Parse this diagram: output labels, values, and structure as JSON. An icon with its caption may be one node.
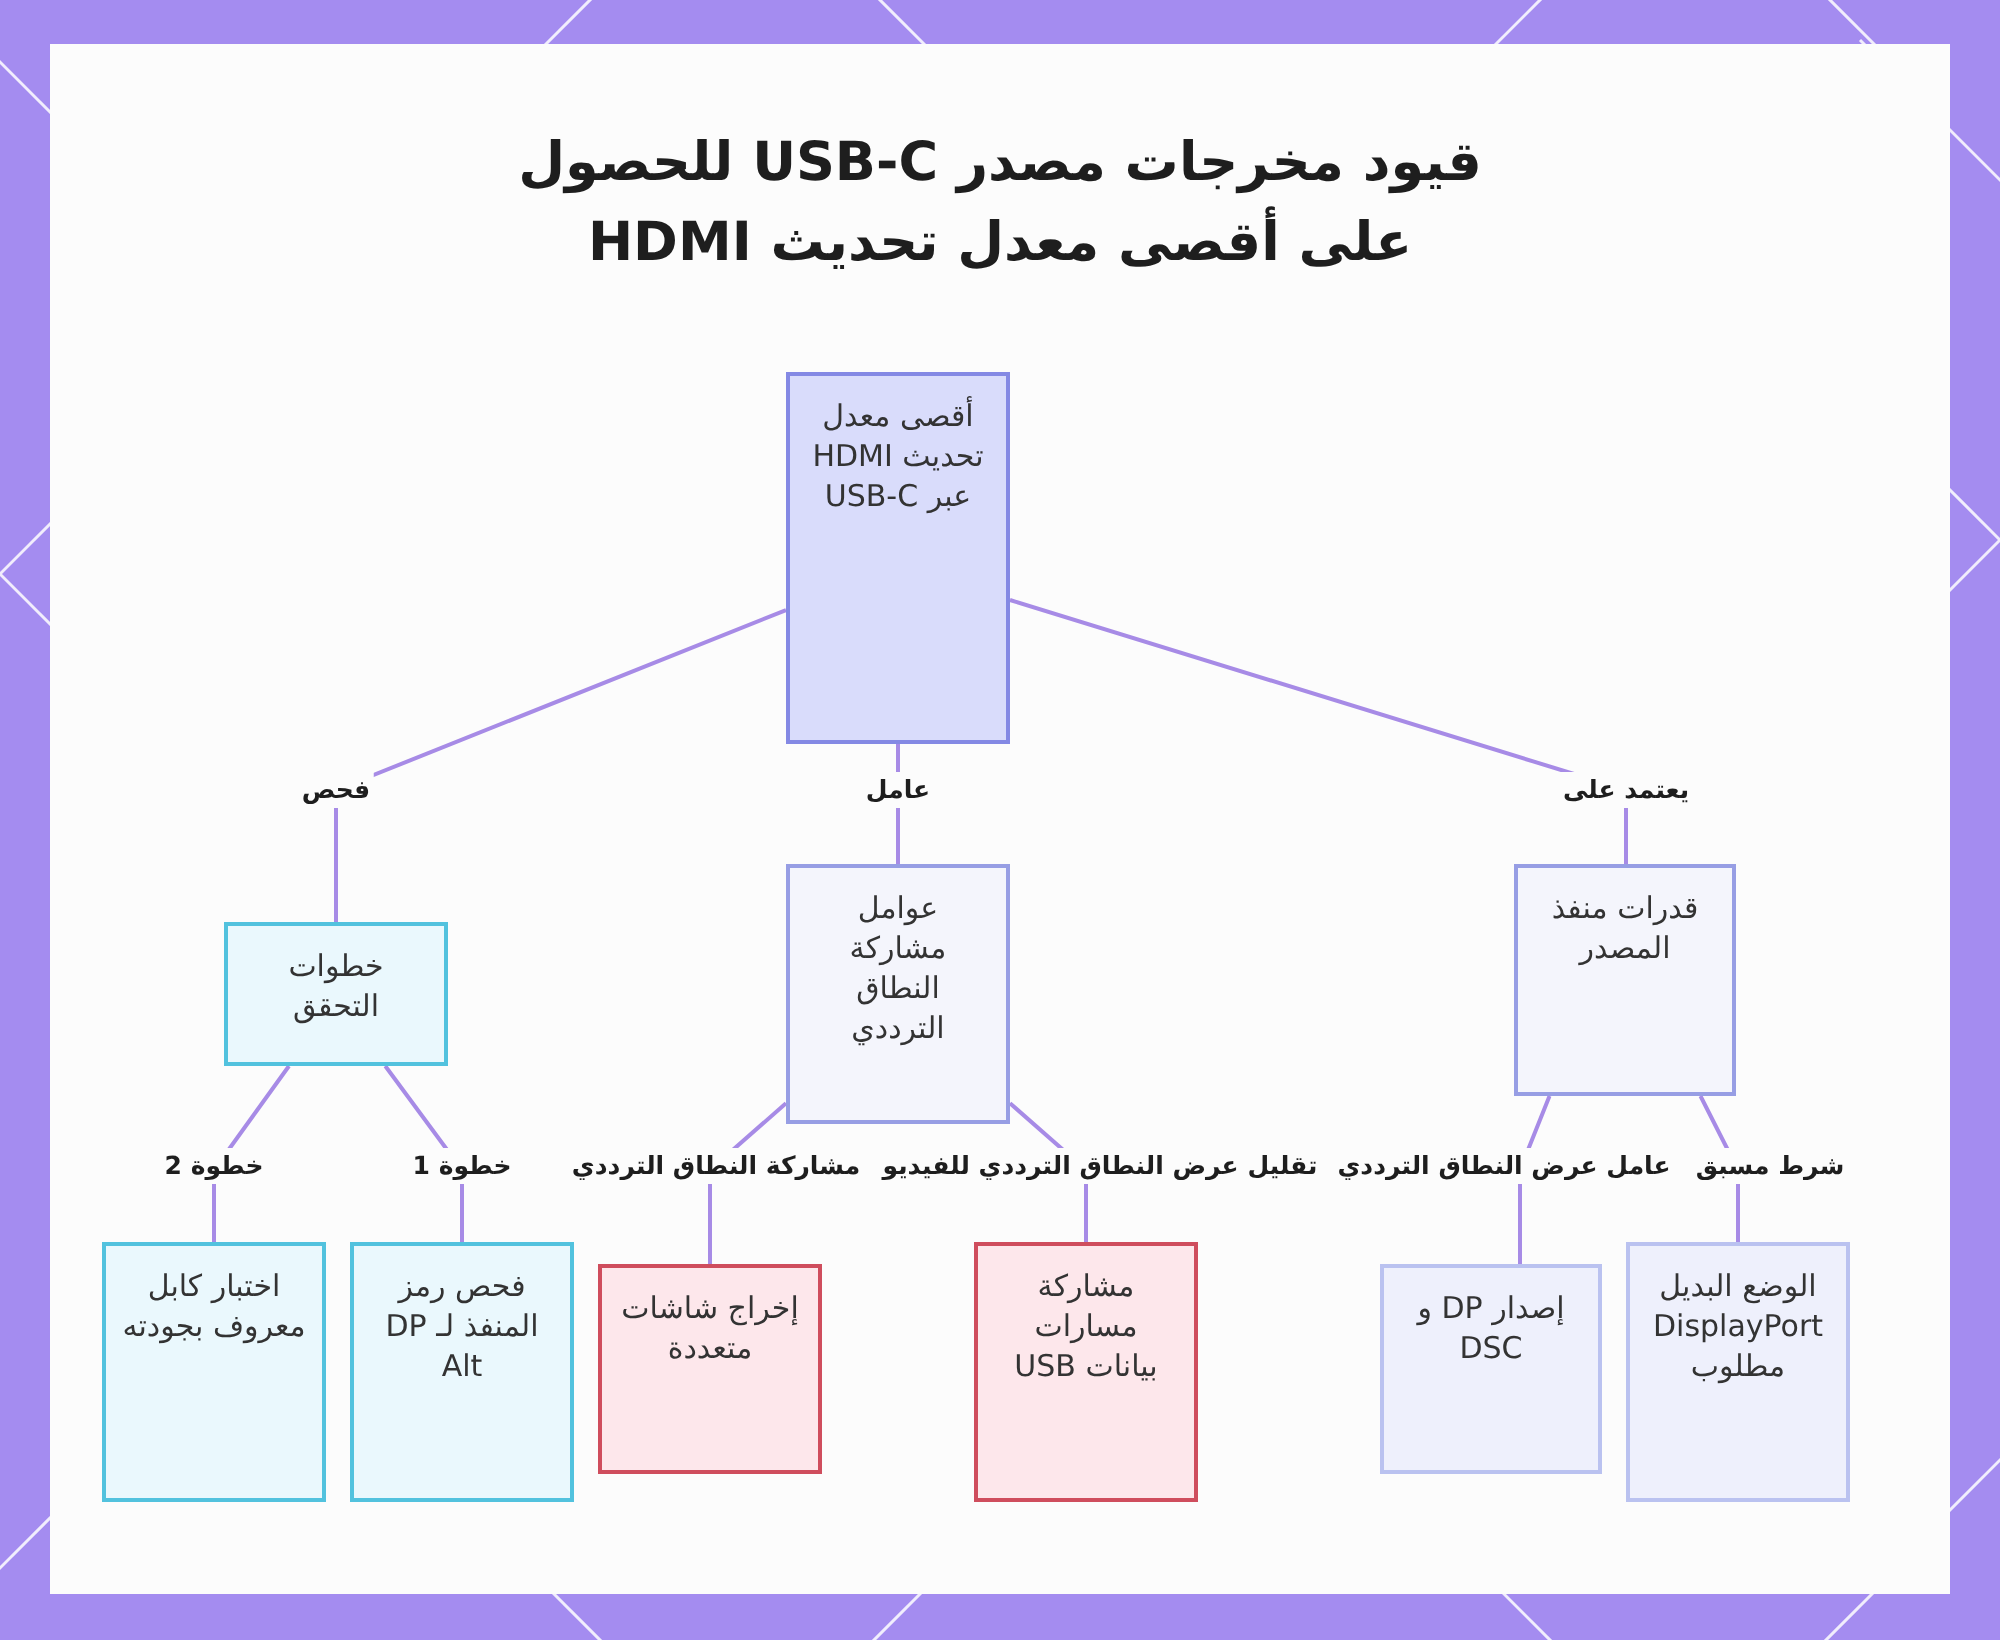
{
  "diagram": {
    "title": "قيود مخرجات مصدر USB-C للحصول على أقصى معدل تحديث HDMI",
    "nodes": [
      {
        "text": [
          "أقصى معدل تحديث HDMI عبر USB-C"
        ]
      },
      {
        "text": [
          "خطوات التحقق"
        ]
      },
      {
        "text": [
          "عوامل مشاركة النطاق الترددي"
        ]
      },
      {
        "text": [
          "قدرات منفذ المصدر"
        ]
      },
      {
        "text": [
          "اختبار كابل معروف بجودته"
        ]
      },
      {
        "text": [
          "فحص رمز المنفذ لـ DP Alt"
        ]
      },
      {
        "text": [
          "إخراج شاشات متعددة"
        ]
      },
      {
        "text": [
          "مشاركة مسارات بيانات USB"
        ]
      },
      {
        "text": [
          "إصدار DP و DSC"
        ]
      },
      {
        "text": [
          "الوضع البديل DisplayPort مطلوب"
        ]
      }
    ],
    "edges": [
      {
        "from": 0,
        "to": 1,
        "arrow": "none",
        "label": "فحص"
      },
      {
        "from": 0,
        "to": 2,
        "arrow": "none",
        "label": "عامل"
      },
      {
        "from": 0,
        "to": 3,
        "arrow": "none",
        "label": "يعتمد على"
      },
      {
        "from": 1,
        "to": 4,
        "arrow": "none",
        "label": "خطوة 2"
      },
      {
        "from": 1,
        "to": 5,
        "arrow": "none",
        "label": "خطوة 1"
      },
      {
        "from": 2,
        "to": 6,
        "arrow": "none",
        "label": "مشاركة النطاق الترددي"
      },
      {
        "from": 2,
        "to": 7,
        "arrow": "none",
        "label": "تقليل عرض النطاق الترددي للفيديو"
      },
      {
        "from": 3,
        "to": 8,
        "arrow": "none",
        "label": "عامل عرض النطاق الترددي"
      },
      {
        "from": 3,
        "to": 9,
        "arrow": "none",
        "label": "شرط مسبق"
      }
    ]
  }
}
